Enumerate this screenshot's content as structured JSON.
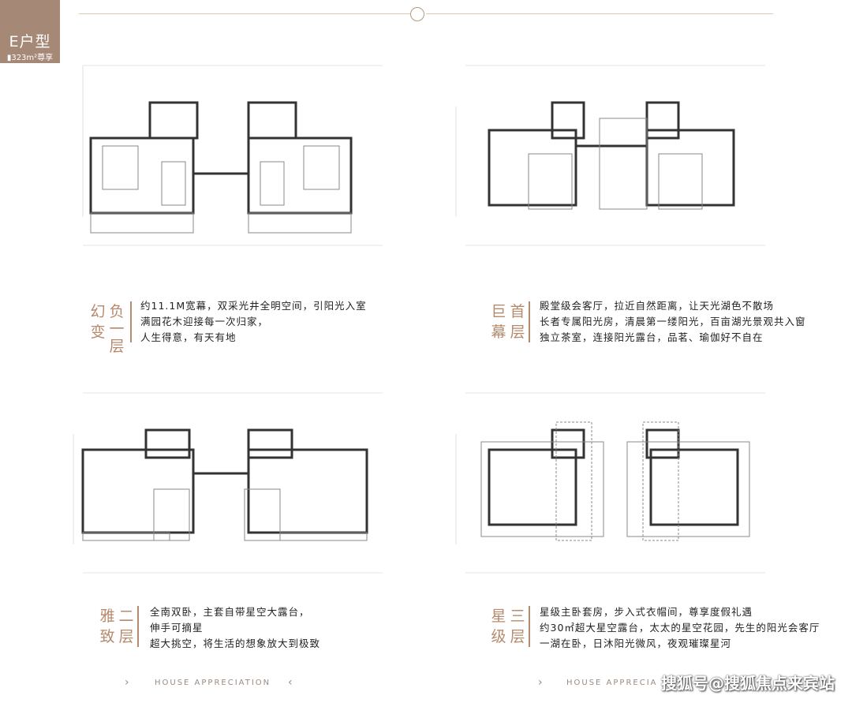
{
  "tag": {
    "title": "E户型",
    "subtitle": "▮323m²尊享"
  },
  "floors": [
    {
      "id": "b1",
      "title_chars": [
        "幻",
        "变",
        "负",
        "一",
        "层"
      ],
      "desc": [
        "约11.1M宽幕，双采光井全明空间，引阳光入室",
        "满园花木迎接每一次归家，",
        "人生得意，有天有地"
      ]
    },
    {
      "id": "f1",
      "title_chars": [
        "巨",
        "幕",
        "首",
        "层"
      ],
      "desc": [
        "殿堂级会客厅，拉近自然距离，让天光湖色不散场",
        "长者专属阳光房，清晨第一缕阳光，百亩湖光景观共入窗",
        "独立茶室，连接阳光露台，品茗、瑜伽好不自在"
      ]
    },
    {
      "id": "f2",
      "title_chars": [
        "雅",
        "致",
        "二",
        "层"
      ],
      "desc": [
        "全南双卧，主套自带星空大露台，",
        "伸手可摘星",
        "超大挑空，将生活的想象放大到极致"
      ]
    },
    {
      "id": "f3",
      "title_chars": [
        "星",
        "级",
        "三",
        "层"
      ],
      "desc": [
        "星级主卧套房，步入式衣帽间，尊享度假礼遇",
        "约30㎡超大星空露台，太太的星空花园，先生的阳光会客厅",
        "一湖在卧，日沐阳光微风，夜观璀璨星河"
      ]
    }
  ],
  "footer": {
    "left": "HOUSE APPRECIATION",
    "right": "HOUSE APPRECIA",
    "chev_left": "›",
    "chev_right": "‹"
  },
  "watermark": "搜狐号@搜狐焦点来宾站",
  "colors": {
    "accent": "#b58a6d",
    "tag_bg": "#a58876"
  }
}
